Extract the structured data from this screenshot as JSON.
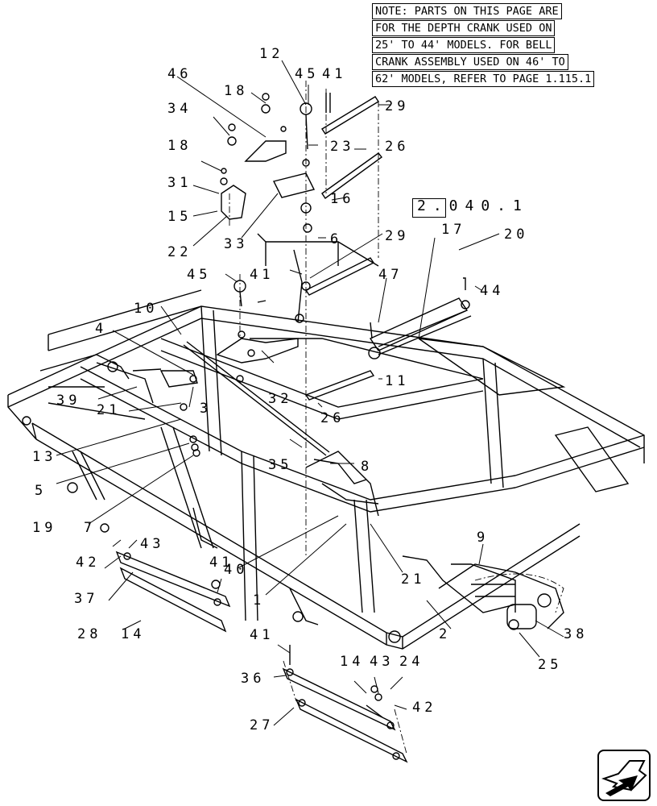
{
  "note": {
    "lines": [
      "NOTE: PARTS ON THIS PAGE ARE",
      "FOR THE DEPTH CRANK USED ON",
      "25' TO 44' MODELS. FOR BELL",
      "CRANK ASSEMBLY USED ON 46' TO",
      "62' MODELS, REFER TO PAGE 1.115.1"
    ]
  },
  "reference": "2.040.1",
  "callouts": [
    "12",
    "45",
    "41",
    "46",
    "18",
    "29",
    "34",
    "23",
    "26",
    "18",
    "31",
    "16",
    "15",
    "22",
    "33",
    "6",
    "29",
    "17",
    "20",
    "44",
    "45",
    "41",
    "47",
    "10",
    "4",
    "39",
    "21",
    "3",
    "32",
    "11",
    "26",
    "13",
    "5",
    "35",
    "8",
    "19",
    "7",
    "42",
    "43",
    "37",
    "28",
    "14",
    "41",
    "40",
    "1",
    "21",
    "9",
    "2",
    "38",
    "25",
    "41",
    "36",
    "14",
    "43",
    "24",
    "42",
    "27"
  ],
  "nav": {
    "icon": "next-page-arrow-icon"
  }
}
